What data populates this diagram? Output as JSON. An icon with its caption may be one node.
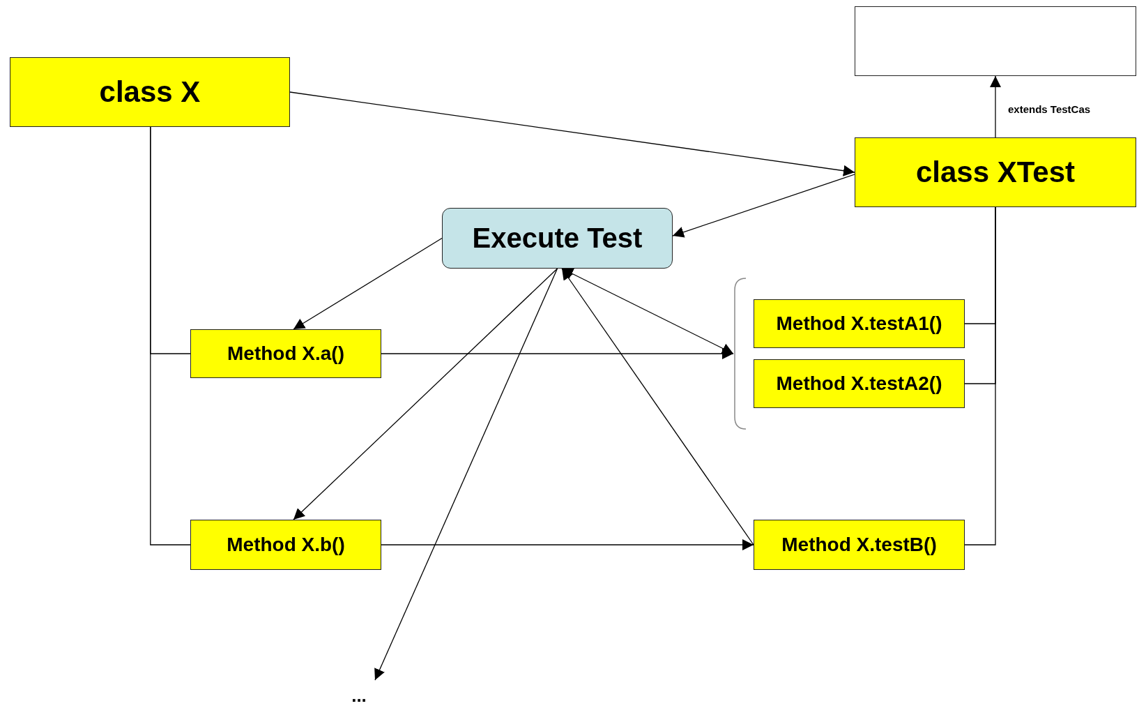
{
  "diagram": {
    "nodes": [
      {
        "text": [
          "class X"
        ]
      },
      {
        "text": [],
        "shape": "box"
      },
      {
        "text": [
          "class XTest"
        ]
      },
      {
        "text": [
          "Execute Test"
        ]
      },
      {
        "text": [
          "Method X.a()"
        ]
      },
      {
        "text": [],
        "shape": "bracket"
      },
      {
        "text": [
          "Method X.testA1()"
        ]
      },
      {
        "text": [
          "Method X.testA2()"
        ]
      },
      {
        "text": [
          "Method X.b()"
        ]
      },
      {
        "text": [
          "Method X.testB()"
        ]
      },
      {
        "text": [
          "..."
        ]
      }
    ],
    "edges": [
      {
        "from": 0,
        "to": 2,
        "arrow": "to"
      },
      {
        "from": 2,
        "to": 1,
        "arrow": "to",
        "label": "extends TestCas"
      },
      {
        "from": 2,
        "to": 3,
        "arrow": "to"
      },
      {
        "from": 3,
        "to": 4,
        "arrow": "to"
      },
      {
        "from": 3,
        "to": 5,
        "arrow": "both"
      },
      {
        "from": 4,
        "to": 5,
        "arrow": "to"
      },
      {
        "from": 3,
        "to": 8,
        "arrow": "to"
      },
      {
        "from": 3,
        "to": 10,
        "arrow": "to"
      },
      {
        "from": 9,
        "to": 3,
        "arrow": "to"
      },
      {
        "from": 8,
        "to": 9,
        "arrow": "to"
      },
      {
        "from": 0,
        "to": 4,
        "arrow": "none"
      },
      {
        "from": 0,
        "to": 8,
        "arrow": "none"
      },
      {
        "from": 2,
        "to": 6,
        "arrow": "none"
      },
      {
        "from": 2,
        "to": 7,
        "arrow": "none"
      },
      {
        "from": 2,
        "to": 9,
        "arrow": "none"
      }
    ]
  }
}
